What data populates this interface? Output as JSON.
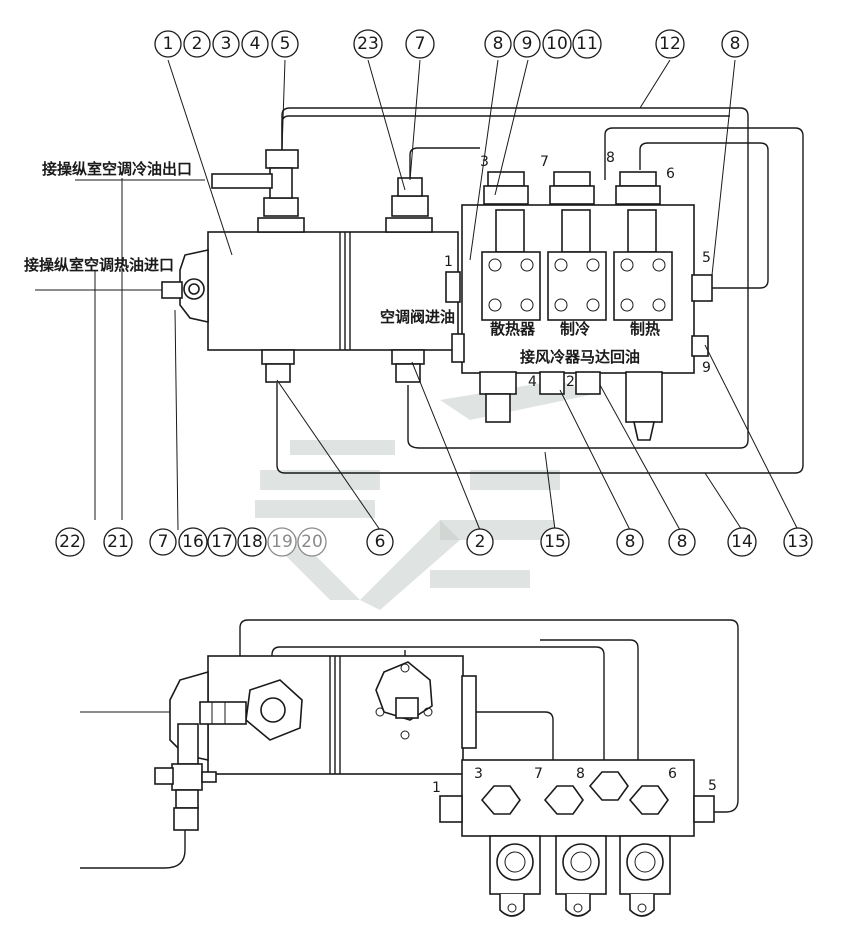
{
  "labels": {
    "cab_ac_cool_out": "接操纵室空调冷油出口",
    "cab_ac_heat_in": "接操纵室空调热油进口",
    "ac_valve_inlet": "空调阀进油",
    "radiator": "散热器",
    "cooling": "制冷",
    "heating": "制热",
    "fan_motor_return": "接风冷器马达回油"
  },
  "callouts_top": [
    "1",
    "2",
    "3",
    "4",
    "5",
    "23",
    "7",
    "8",
    "9",
    "10",
    "11",
    "12",
    "8"
  ],
  "callouts_bottom": [
    "22",
    "21",
    "7",
    "16",
    "17",
    "18",
    "19",
    "20",
    "6",
    "2",
    "15",
    "8",
    "8",
    "14",
    "13"
  ],
  "ports_top": {
    "p3": "3",
    "p7": "7",
    "p8": "8",
    "p6": "6",
    "p1": "1",
    "p5": "5",
    "p9": "9",
    "p4": "4",
    "p2": "2"
  },
  "ports_bottom": {
    "p1": "1",
    "p3": "3",
    "p7": "7",
    "p8": "8",
    "p6": "6",
    "p5": "5"
  }
}
